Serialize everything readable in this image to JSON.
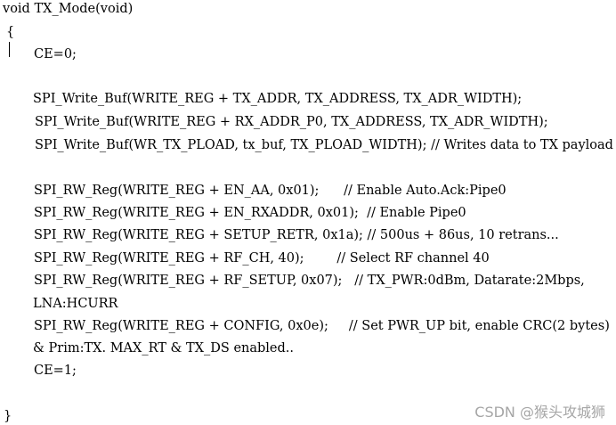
{
  "code_lines": [
    "void TX_Mode(void)",
    "{",
    "CE=0;",
    "SPI_Write_Buf(WRITE_REG + TX_ADDR, TX_ADDRESS, TX_ADR_WIDTH);",
    "SPI_Write_Buf(WRITE_REG + RX_ADDR_P0, TX_ADDRESS, TX_ADR_WIDTH);",
    "SPI_Write_Buf(WR_TX_PLOAD, tx_buf, TX_PLOAD_WIDTH); // Writes data to TX payload",
    "SPI_RW_Reg(WRITE_REG + EN_AA, 0x01);      // Enable Auto.Ack:Pipe0",
    "SPI_RW_Reg(WRITE_REG + EN_RXADDR, 0x01);  // Enable Pipe0",
    "SPI_RW_Reg(WRITE_REG + SETUP_RETR, 0x1a); // 500us + 86us, 10 retrans...",
    "SPI_RW_Reg(WRITE_REG + RF_CH, 40);        // Select RF channel 40",
    "SPI_RW_Reg(WRITE_REG + RF_SETUP, 0x07);   // TX_PWR:0dBm, Datarate:2Mbps,",
    "LNA:HCURR",
    "SPI_RW_Reg(WRITE_REG + CONFIG, 0x0e);     // Set PWR_UP bit, enable CRC(2 bytes)",
    "& Prim:TX. MAX_RT & TX_DS enabled..",
    "CE=1;",
    "}"
  ],
  "watermark": "CSDN @猴头攻城狮"
}
